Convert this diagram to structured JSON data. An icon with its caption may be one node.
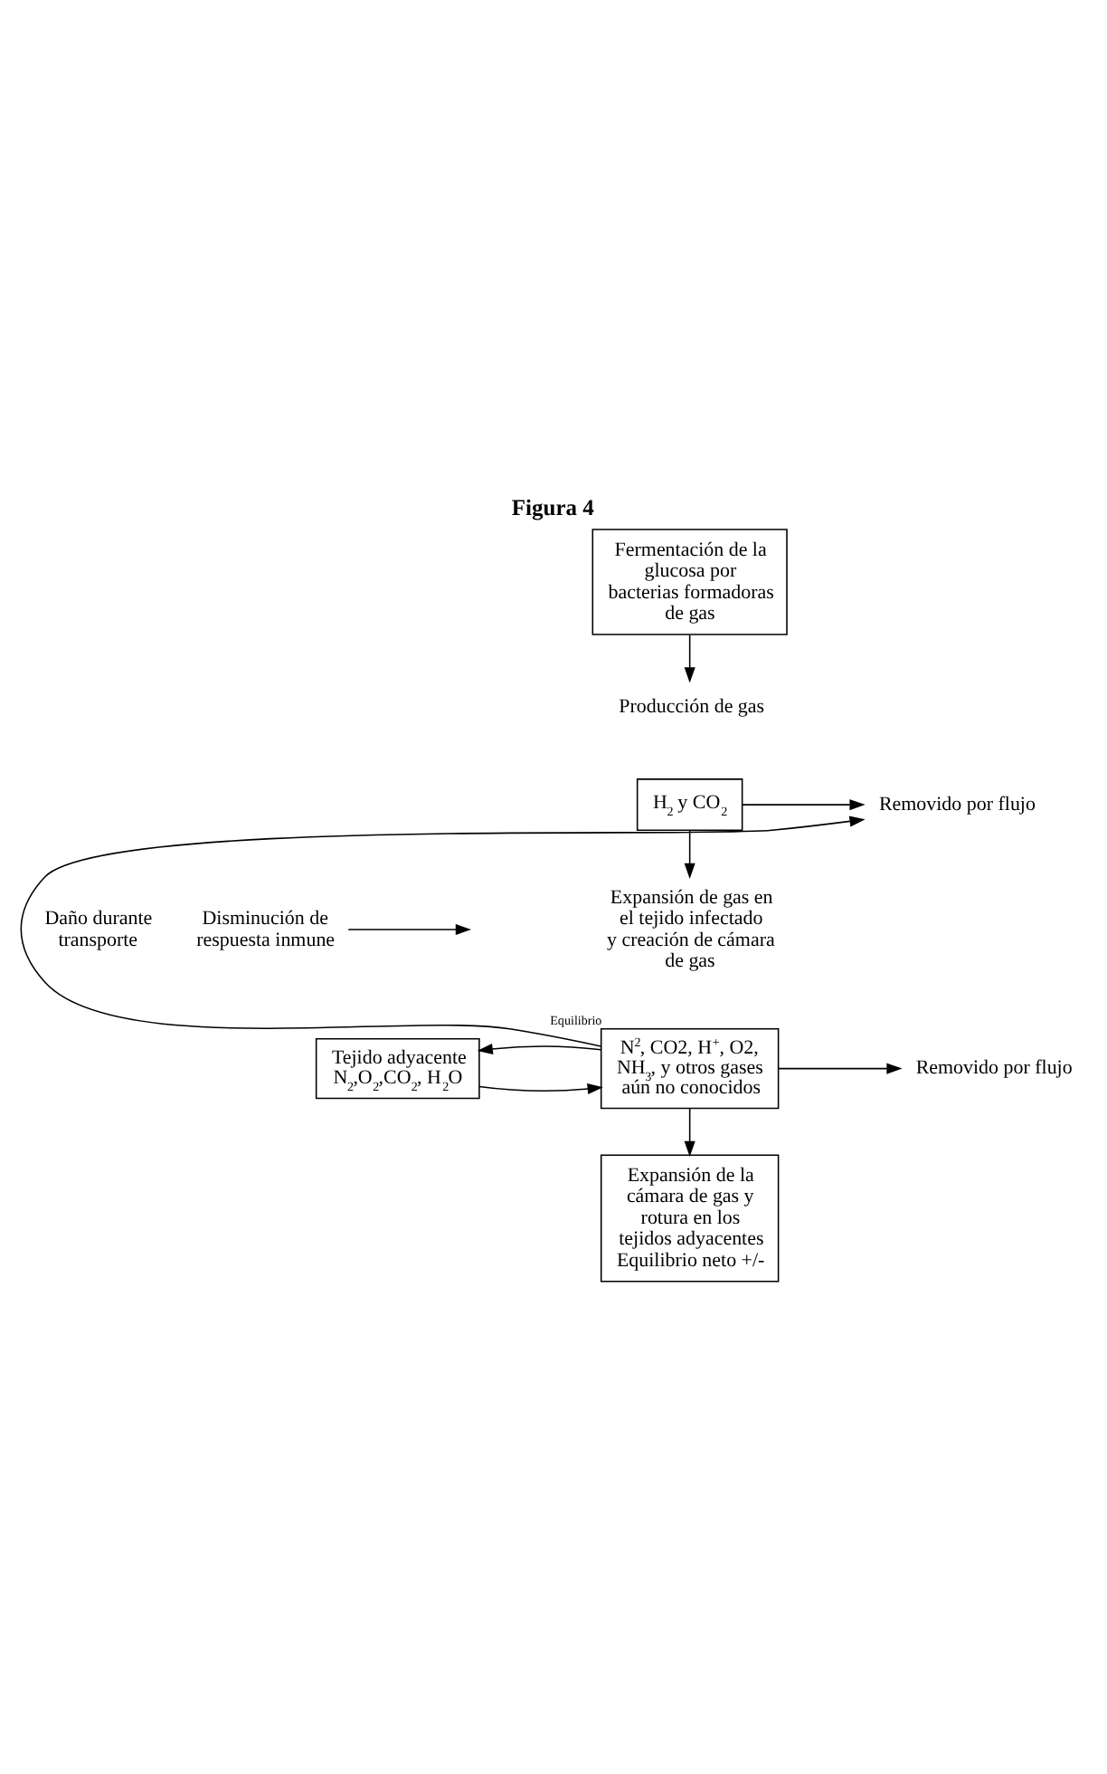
{
  "diagram": {
    "title": "Figura 4",
    "nodes": [
      {
        "text": [
          "Fermentación de la glucosa por bacterias formadoras de gas"
        ]
      },
      {
        "text": [
          "Producción de gas"
        ]
      },
      {
        "text": [
          "H$_{2}$ y CO$_{2}$"
        ]
      },
      {
        "text": [
          "Removido por flujo"
        ]
      },
      {
        "text": [
          "Disminución de respuesta inmune"
        ]
      },
      {
        "text": [
          "Expansión de gas en el tejido infectado y creación de cámara de gas"
        ]
      },
      {
        "text": [
          "Tejido adyacente N$_{2}$,O$_{2}$,CO$_{2}$, H$_{2}$O"
        ]
      },
      {
        "text": [
          "N$^{2}$, CO2, H$^{+}$, O2, NH$_{3}$, y otros gases aún no conocidos"
        ],
        "beside": [
          "Equilibrio"
        ]
      },
      {
        "text": [
          "Removido por flujo"
        ]
      },
      {
        "text": [
          "Expansión de la cámara de gas y rotura en los tejidos adyacentes",
          "Equilibrio neto +/-"
        ]
      }
    ],
    "edges": [
      {
        "from": 0,
        "to": 1,
        "arrow": "to"
      },
      {
        "from": 2,
        "to": 3,
        "arrow": "to"
      },
      {
        "from": 4,
        "to": null,
        "arrow": "to"
      },
      {
        "from": 2,
        "to": 5,
        "arrow": "to"
      },
      {
        "from": 7,
        "to": 3,
        "arrow": "to",
        "label": "Daño durante transporte"
      },
      {
        "from": 6,
        "to": 7,
        "arrow": "to"
      },
      {
        "from": 7,
        "to": 6,
        "arrow": "to"
      },
      {
        "from": 7,
        "to": 8,
        "arrow": "to"
      },
      {
        "from": 7,
        "to": 9,
        "arrow": "to"
      }
    ]
  }
}
